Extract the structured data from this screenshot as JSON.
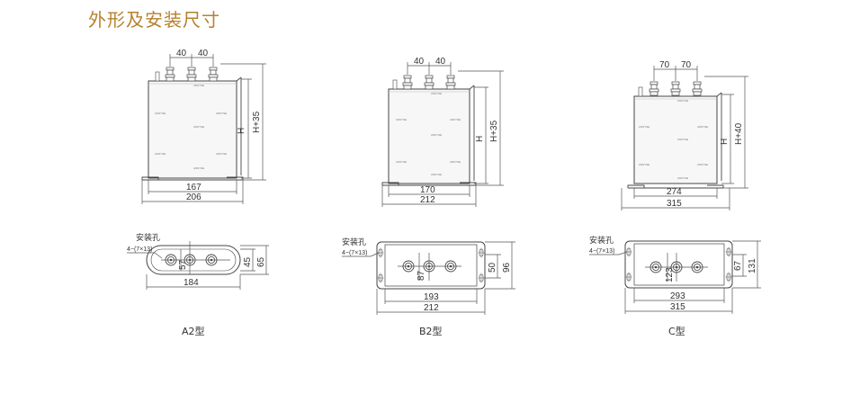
{
  "page": {
    "title": "外形及安装尺寸",
    "title_color": "#b5822d"
  },
  "models": [
    {
      "caption": "A2型",
      "front": {
        "pitch_1": "40",
        "pitch_2": "40",
        "height": "H",
        "total_height": "H+35",
        "inner_width": "167",
        "outer_width": "206"
      },
      "plan": {
        "hole_label": "安装孔",
        "hole_spec": "4−(7×13)",
        "depth": "57",
        "inner_depth": "45",
        "outer_depth": "65",
        "width": "184"
      }
    },
    {
      "caption": "B2型",
      "front": {
        "pitch_1": "40",
        "pitch_2": "40",
        "height": "H",
        "total_height": "H+35",
        "inner_width": "170",
        "outer_width": "212"
      },
      "plan": {
        "hole_label": "安装孔",
        "hole_spec": "4−(7×13)",
        "depth": "87",
        "inner_depth": "50",
        "outer_depth": "96",
        "inner_width": "193",
        "outer_width": "212"
      }
    },
    {
      "caption": "C型",
      "front": {
        "pitch_1": "70",
        "pitch_2": "70",
        "height": "H",
        "total_height": "H+40",
        "inner_width": "274",
        "outer_width": "315"
      },
      "plan": {
        "hole_label": "安装孔",
        "hole_spec": "4−(7×13)",
        "depth": "123",
        "inner_depth": "67",
        "outer_depth": "131",
        "inner_width": "293",
        "outer_width": "315"
      }
    }
  ]
}
